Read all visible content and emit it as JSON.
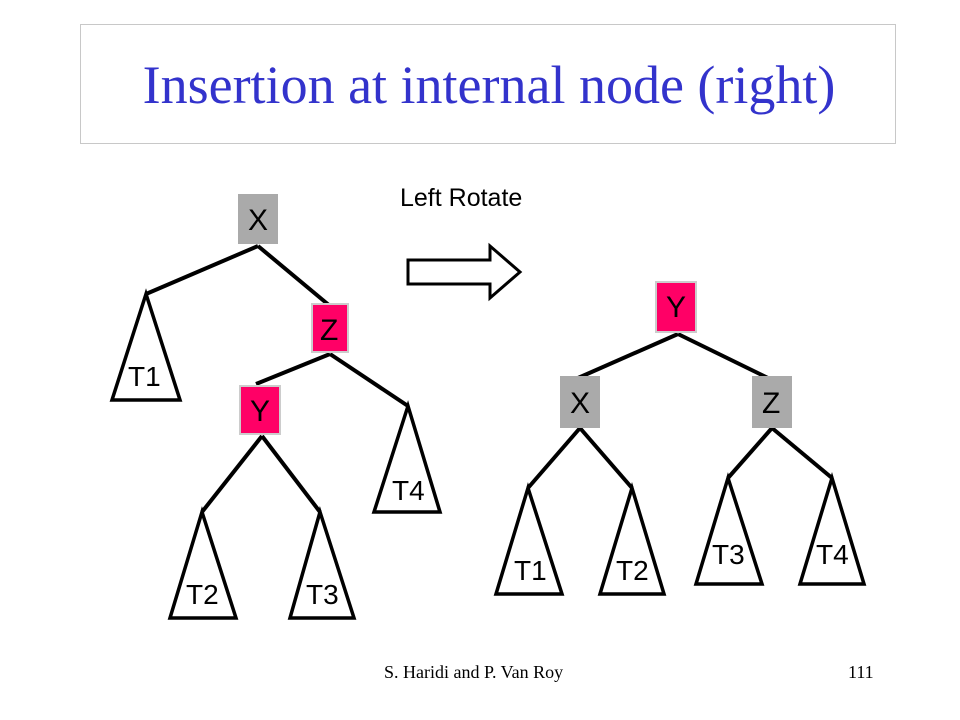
{
  "slide": {
    "title": "Insertion at internal node (right)",
    "operation_label": "Left Rotate",
    "footer_author": "S. Haridi and P. Van Roy",
    "page_number": "111"
  },
  "colors": {
    "title": "#3333cc",
    "node_gray": "#aaaaaa",
    "node_red": "#ff0066"
  },
  "before": {
    "nodes": [
      {
        "id": "X",
        "label": "X",
        "color": "gray"
      },
      {
        "id": "Z",
        "label": "Z",
        "color": "red"
      },
      {
        "id": "Y",
        "label": "Y",
        "color": "red"
      }
    ],
    "subtrees": [
      "T1",
      "T2",
      "T3",
      "T4"
    ]
  },
  "after": {
    "nodes": [
      {
        "id": "Y",
        "label": "Y",
        "color": "red"
      },
      {
        "id": "X",
        "label": "X",
        "color": "gray"
      },
      {
        "id": "Z",
        "label": "Z",
        "color": "gray"
      }
    ],
    "subtrees": [
      "T1",
      "T2",
      "T3",
      "T4"
    ]
  }
}
